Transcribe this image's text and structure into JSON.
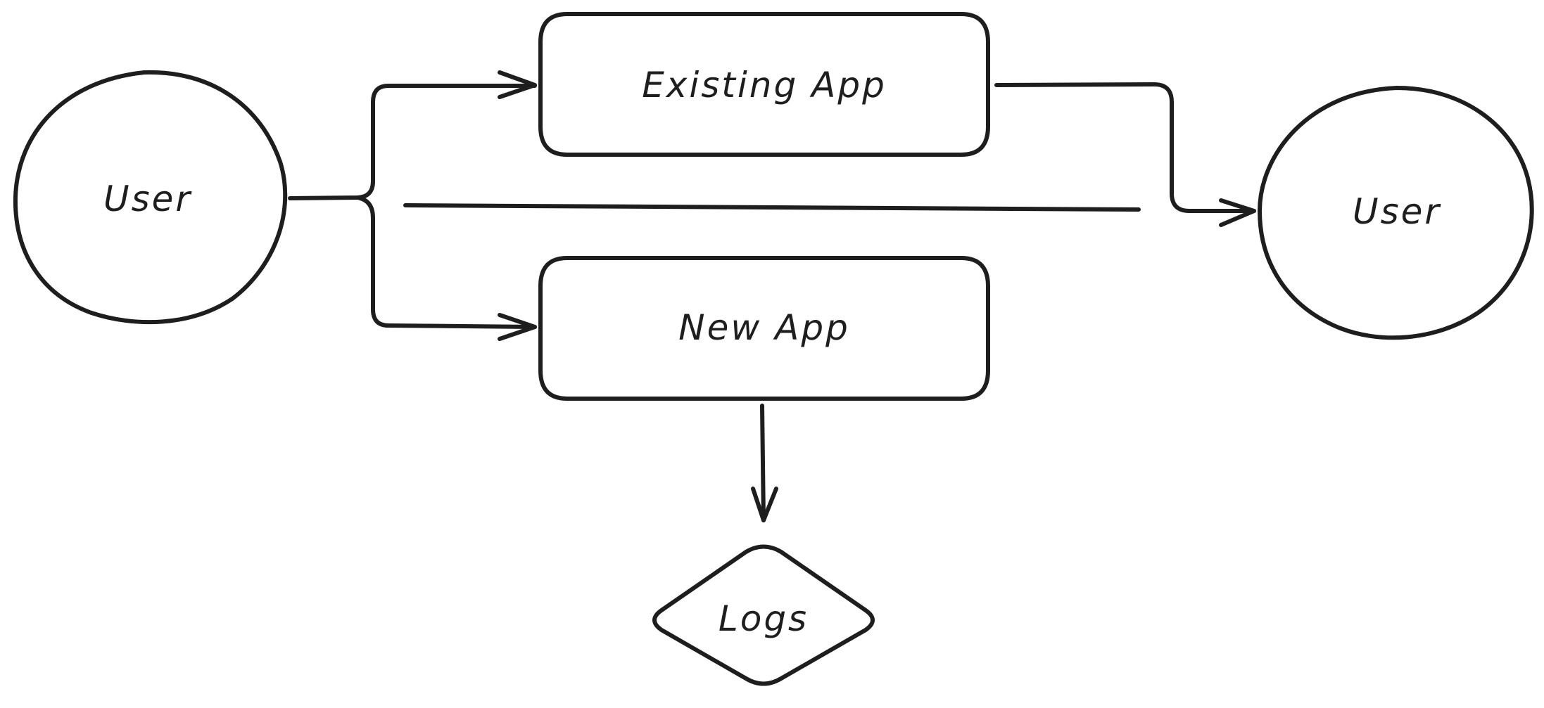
{
  "nodes": {
    "user_left": {
      "label": "User",
      "fill": "#fdeef4"
    },
    "existing_app": {
      "label": "Existing App",
      "fill": "#ffec99"
    },
    "new_app": {
      "label": "New App",
      "fill": "#b2f2bb"
    },
    "user_right": {
      "label": "User",
      "fill": "#fdeef4"
    },
    "logs": {
      "label": "Logs",
      "fill": "#ffd8a8"
    }
  },
  "colors": {
    "stroke": "#1e1e1e",
    "background": "#ffffff"
  }
}
